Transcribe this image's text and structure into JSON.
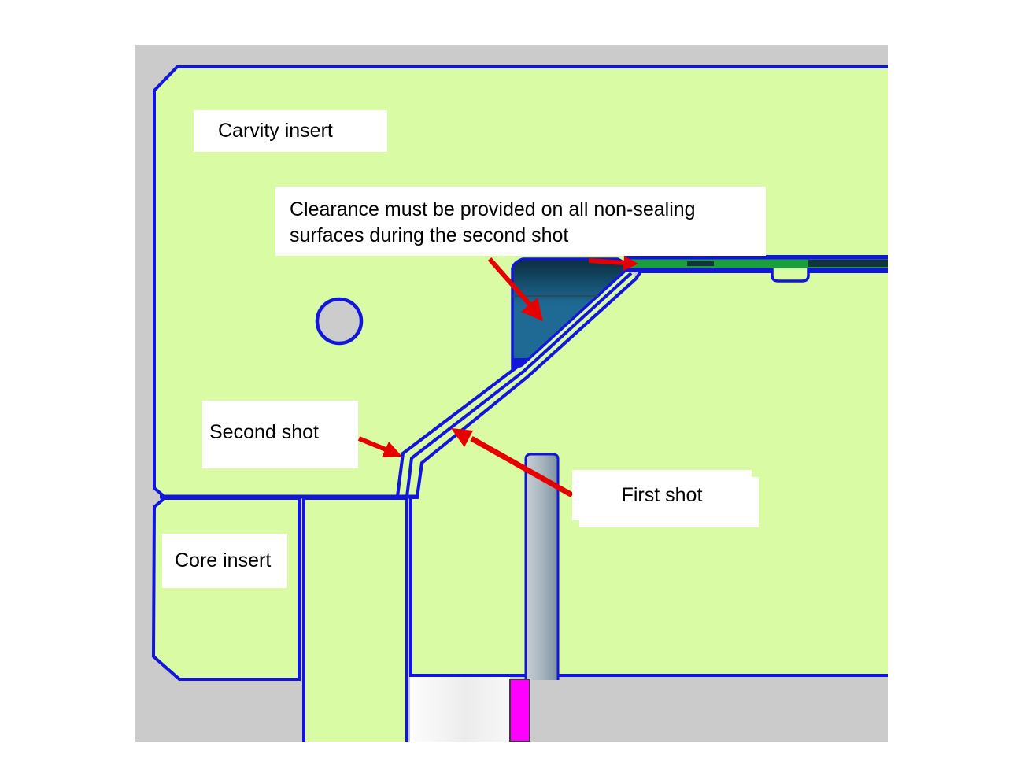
{
  "diagram": {
    "type": "two-shot-mold-cross-section",
    "labels": {
      "cavity_insert": "Carvity insert",
      "clearance_note_line1": "Clearance must be provided on all non-sealing",
      "clearance_note_line2": "surfaces during the second shot",
      "second_shot": "Second shot",
      "first_shot": "First shot",
      "core_insert": "Core insert"
    },
    "colors": {
      "insert_fill": "#d9fba3",
      "outline_blue": "#1216dd",
      "viewport_gray": "#cbcbcb",
      "clearance_pocket_dark": "#0b2d3f",
      "clearance_pocket_light": "#1e6a95",
      "pocket_divider": "#2a4a58",
      "seal_stripe_green": "#1d9e3c",
      "stripe_dark": "#13333f",
      "ejector_magenta": "#ff00ff",
      "arrow_red": "#e60000",
      "pillar_gray_light": "#c9cfd4",
      "pillar_gray_dark": "#7b90a0",
      "bore_gray": "#cccccc",
      "label_bg": "#ffffff",
      "label_text": "#000000"
    }
  }
}
